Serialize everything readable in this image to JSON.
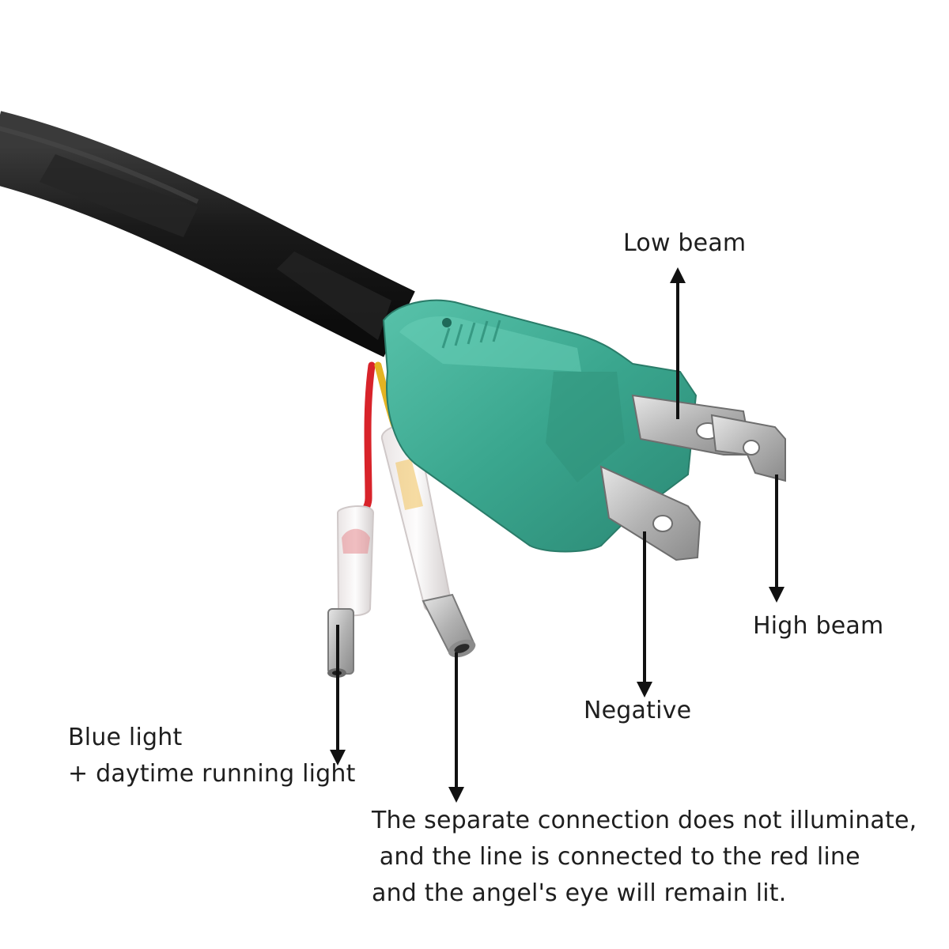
{
  "labels": {
    "low_beam": "Low beam",
    "high_beam": "High beam",
    "negative": "Negative",
    "blue_light": [
      "Blue light",
      "+ daytime running light"
    ],
    "separate_connection": [
      "The separate connection does not illuminate,",
      " and the line is connected to the red line",
      "and the angel's eye will remain lit."
    ]
  },
  "colors": {
    "background": "#ffffff",
    "cable": "#1c1c1c",
    "connector": "#3eab93",
    "red_wire": "#d8232a",
    "yellow_wire": "#e4b323",
    "terminal_metal": "#b9b9b9",
    "arrow": "#111111",
    "text": "#1e1e1e"
  }
}
